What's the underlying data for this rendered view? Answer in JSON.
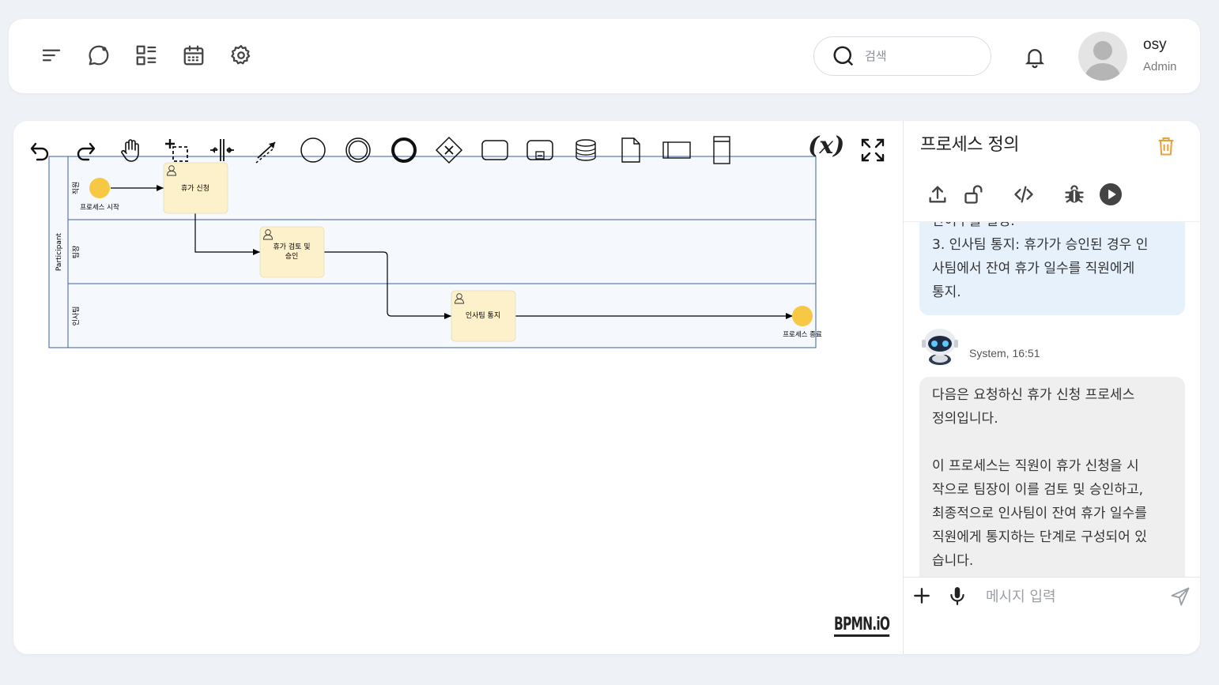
{
  "header": {
    "search_placeholder": "검색",
    "user_name": "osy",
    "user_role": "Admin",
    "icons": [
      "menu-icon",
      "chat-icon",
      "dashboard-icon",
      "calendar-icon",
      "gear-icon"
    ]
  },
  "canvas": {
    "variable_tool": "(x)",
    "logo": "BPMN.iO",
    "diagram": {
      "pool_label": "Participant",
      "lanes": [
        "직원",
        "팀장",
        "인사팀"
      ],
      "start_event": "프로세스 시작",
      "end_event": "프로세스 종료",
      "tasks": [
        "휴가 신청",
        "휴가 검토 및",
        "승인",
        "인사팀 통지"
      ]
    }
  },
  "panel": {
    "title": "프로세스 정의",
    "user_message": [
      "잔여수를 설정.",
      "3. 인사팀 통지: 휴가가 승인된 경우 인",
      "사팀에서 잔여 휴가 일수를 직원에게",
      "통지."
    ],
    "system_meta": "System, 16:51",
    "system_message": {
      "line1": "다음은 요청하신 휴가 신청 프로세스",
      "line2": "정의입니다.",
      "line3": "이 프로세스는 직원이 휴가 신청을 시",
      "line4": "작으로 팀장이 이를 검토 및 승인하고,",
      "line5": "최종적으로 인사팀이 잔여 휴가 일수를",
      "line6": "직원에게 통지하는 단계로 구성되어 있",
      "line7": "습니다."
    },
    "input_placeholder": "메시지 입력"
  },
  "colors": {
    "lane_border": "#3a5fa8",
    "lane_fill": "#f5f9fd",
    "event_fill": "#f7c844",
    "task_fill": "#fdf1cc",
    "trash": "#e8a33c",
    "user_bubble": "#e6f1fc",
    "system_bubble": "#efefef"
  }
}
